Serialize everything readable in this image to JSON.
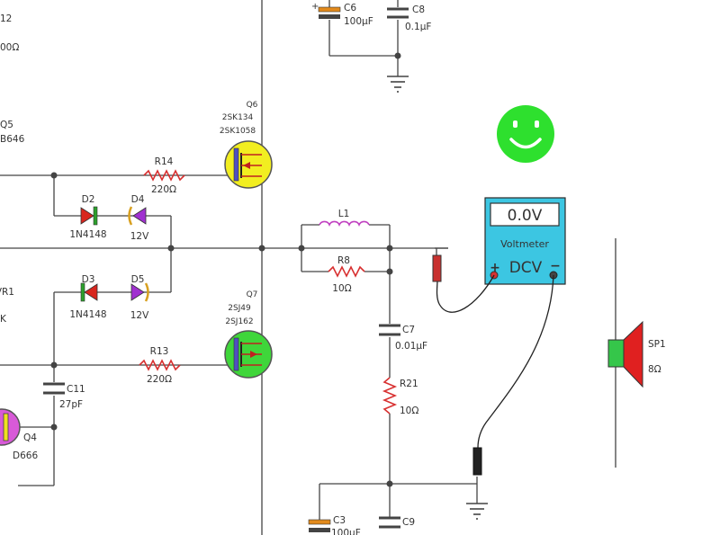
{
  "diagram": {
    "components": {
      "q5": {
        "ref": "Q5",
        "part": "B646"
      },
      "q4": {
        "ref": "Q4",
        "part": "D666"
      },
      "vr1": {
        "ref": "VR1",
        "value": "K"
      },
      "r12": {
        "ref": "12",
        "value": "00Ω"
      },
      "q6": {
        "ref": "Q6",
        "part1": "2SK134",
        "part2": "2SK1058"
      },
      "q7": {
        "ref": "Q7",
        "part1": "2SJ49",
        "part2": "2SJ162"
      },
      "r14": {
        "ref": "R14",
        "value": "220Ω"
      },
      "r13": {
        "ref": "R13",
        "value": "220Ω"
      },
      "d2": {
        "ref": "D2",
        "part": "1N4148"
      },
      "d4": {
        "ref": "D4",
        "part": "12V"
      },
      "d3": {
        "ref": "D3",
        "part": "1N4148"
      },
      "d5": {
        "ref": "D5",
        "part": "12V"
      },
      "c11": {
        "ref": "C11",
        "value": "27pF"
      },
      "c6": {
        "ref": "C6",
        "value": "100μF"
      },
      "c8": {
        "ref": "C8",
        "value": "0.1μF"
      },
      "l1": {
        "ref": "L1"
      },
      "r8": {
        "ref": "R8",
        "value": "10Ω"
      },
      "c7": {
        "ref": "C7",
        "value": "0.01μF"
      },
      "r21": {
        "ref": "R21",
        "value": "10Ω"
      },
      "c3": {
        "ref": "C3",
        "value": "100μF"
      },
      "c9": {
        "ref": "C9"
      },
      "sp1": {
        "ref": "SP1",
        "value": "8Ω"
      }
    },
    "voltmeter": {
      "display": "0.0V",
      "title": "Voltmeter",
      "mode": "DCV",
      "plus": "+",
      "minus": "−"
    },
    "status_icon": "smiley-face-icon",
    "colors": {
      "nmos_fill": "#f2ee20",
      "pmos_fill": "#3fd63a",
      "voltmeter_body": "#3cc6e2",
      "smiley": "#2ee02e",
      "speaker_green": "#35c64a",
      "speaker_red": "#e02020",
      "probe_red": "#c8312f",
      "zener_purple": "#a030d0",
      "diode_red": "#d8261e",
      "diode_green": "#2ca02c",
      "q4_magenta": "#d85ad8",
      "cap_orange": "#e28a1c"
    }
  }
}
